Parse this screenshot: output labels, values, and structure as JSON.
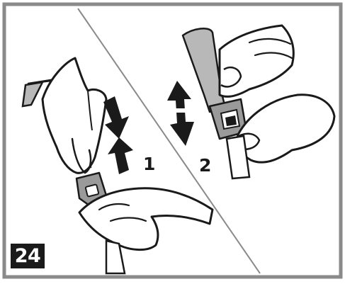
{
  "figure": {
    "step_number": "24",
    "callouts": {
      "first": "1",
      "second": "2"
    }
  },
  "colors": {
    "frame": "#8a8a8a",
    "ink": "#1a1a1a",
    "strap_fill": "#b8b8b8",
    "background": "#ffffff"
  },
  "icons": {
    "down_arrow": "arrow-down-icon",
    "up_arrow": "arrow-up-icon",
    "double_arrow": "double-arrow-icon"
  }
}
